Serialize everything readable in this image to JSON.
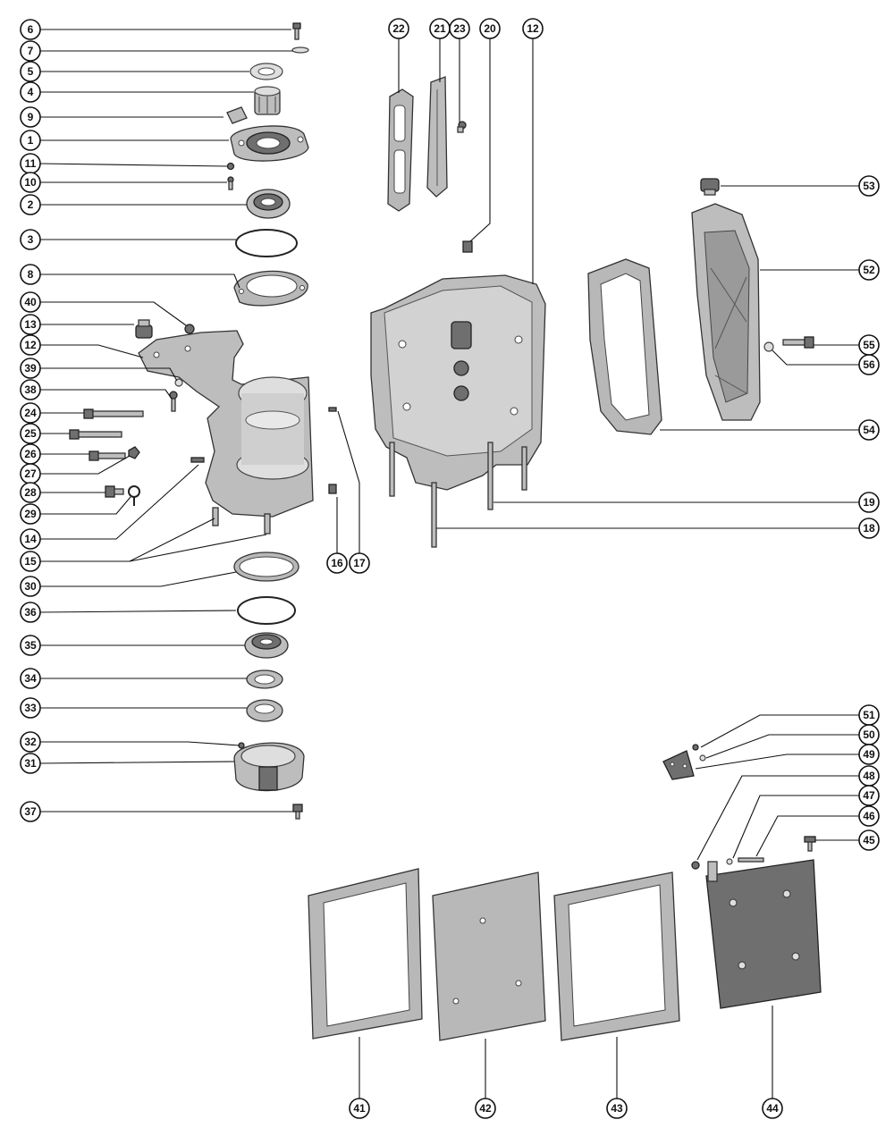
{
  "callouts": [
    {
      "label": "6"
    },
    {
      "label": "7"
    },
    {
      "label": "5"
    },
    {
      "label": "4"
    },
    {
      "label": "9"
    },
    {
      "label": "1"
    },
    {
      "label": "11"
    },
    {
      "label": "10"
    },
    {
      "label": "2"
    },
    {
      "label": "3"
    },
    {
      "label": "8"
    },
    {
      "label": "40"
    },
    {
      "label": "13"
    },
    {
      "label": "12"
    },
    {
      "label": "39"
    },
    {
      "label": "38"
    },
    {
      "label": "24"
    },
    {
      "label": "25"
    },
    {
      "label": "26"
    },
    {
      "label": "27"
    },
    {
      "label": "28"
    },
    {
      "label": "29"
    },
    {
      "label": "14"
    },
    {
      "label": "15"
    },
    {
      "label": "30"
    },
    {
      "label": "36"
    },
    {
      "label": "35"
    },
    {
      "label": "34"
    },
    {
      "label": "33"
    },
    {
      "label": "32"
    },
    {
      "label": "31"
    },
    {
      "label": "37"
    },
    {
      "label": "22"
    },
    {
      "label": "21"
    },
    {
      "label": "23"
    },
    {
      "label": "20"
    },
    {
      "label": "12"
    },
    {
      "label": "16"
    },
    {
      "label": "17"
    },
    {
      "label": "19"
    },
    {
      "label": "18"
    },
    {
      "label": "53"
    },
    {
      "label": "52"
    },
    {
      "label": "55"
    },
    {
      "label": "56"
    },
    {
      "label": "54"
    },
    {
      "label": "51"
    },
    {
      "label": "50"
    },
    {
      "label": "49"
    },
    {
      "label": "48"
    },
    {
      "label": "47"
    },
    {
      "label": "46"
    },
    {
      "label": "45"
    },
    {
      "label": "41"
    },
    {
      "label": "42"
    },
    {
      "label": "43"
    },
    {
      "label": "44"
    }
  ]
}
